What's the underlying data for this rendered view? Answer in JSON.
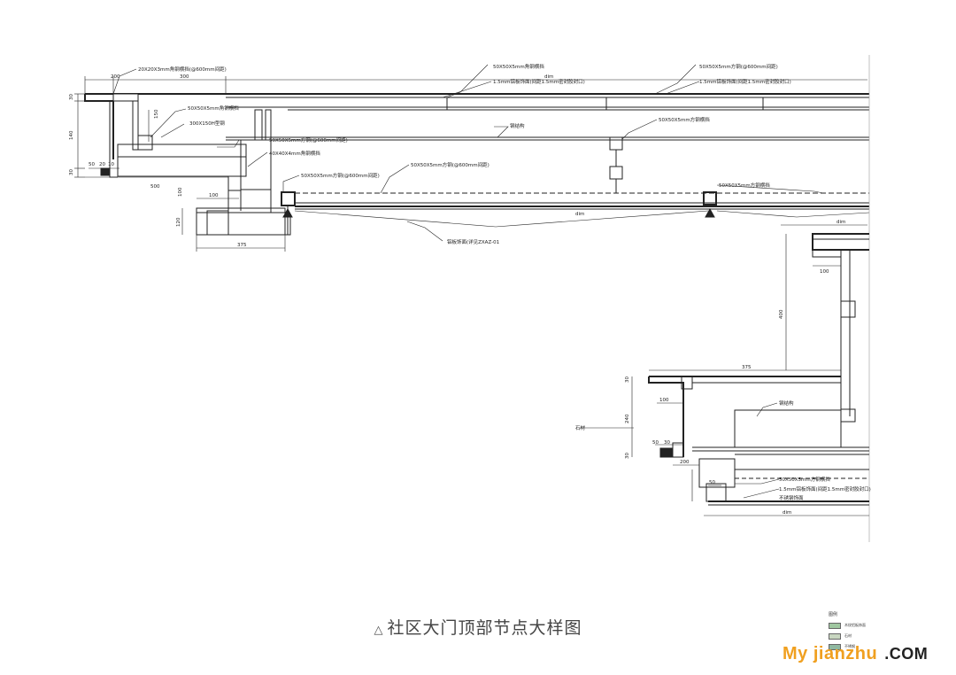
{
  "caption": {
    "symbol": "△",
    "text": "社区大门顶部节点大样图"
  },
  "watermark": {
    "main": "My jianzhu",
    "suffix": ".COM"
  },
  "legend": {
    "title": "图例",
    "items": [
      {
        "label": "木纹铝板饰面",
        "color": "#9fc7a0"
      },
      {
        "label": "石材",
        "color": "#c8d6c0"
      },
      {
        "label": "不锈钢",
        "color": "#8fb8a0"
      }
    ]
  },
  "annotations": {
    "a1": "20X20X3mm角钢横挡(@600mm间距)",
    "a2": "50X50X5mm角钢横挡",
    "a3": "1.5mm铝板饰面(间距1.5mm密封胶封口)",
    "a4": "50X50X5mm角钢横挡",
    "a5": "1.5mm铝板饰面(间距1.5mm密封胶封口)",
    "a6": "50X50X5mm方钢横挡",
    "a7": "300X150H型钢",
    "a8": "钢结构",
    "a9": "50X50X5mm方钢横挡",
    "a10": "50X50X5mm方钢(@600mm间距)",
    "a11": "40X40X4mm角钢横挡",
    "a12": "50X50X5mm方钢(@600mm间距)",
    "a13": "50X50X5mm方钢(@600mm间距)",
    "a14": "50X50X5mm方钢横挡",
    "a15": "铝板饰面(详见ZXAZ-01",
    "a16": "钢结构",
    "a17": "50X50X5mm方钢(@600mm间距)",
    "a18": "1.5mm铝板饰面(间距1.5mm密封胶封口)",
    "a19": "不锈钢饰面",
    "a20": "石材"
  },
  "dimensions": {
    "d200": "200",
    "d300": "300",
    "d30a": "30",
    "d150": "150",
    "d140": "140",
    "d30b": "30",
    "d50a": "50",
    "d20": "20",
    "d10": "10",
    "d500": "500",
    "d100a": "100",
    "d120": "120",
    "d100b": "100",
    "d375a": "375",
    "dim_top": "dim",
    "dim_bottom": "dim",
    "d100c": "100",
    "d400": "400",
    "d375b": "375",
    "d100d": "100",
    "d30c": "30",
    "d240": "240",
    "d50b": "50",
    "d30d": "30",
    "d30e": "30",
    "d200b": "200",
    "d50c": "50",
    "dim_r": "dim",
    "dim_r2": "dim"
  }
}
